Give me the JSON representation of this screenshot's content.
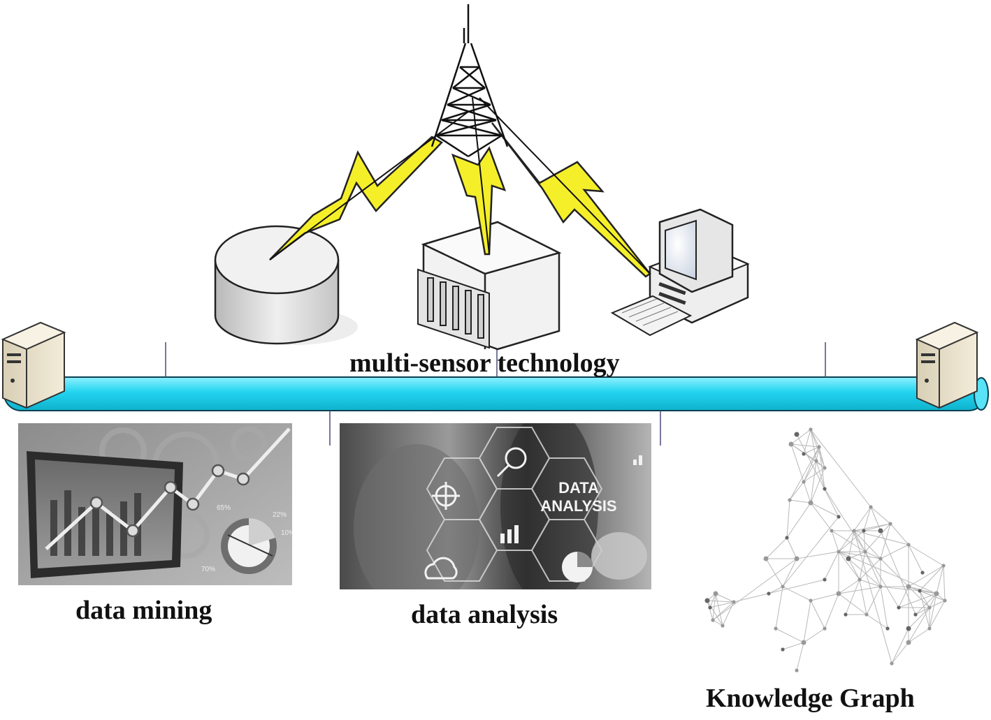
{
  "labels": {
    "center": "multi-sensor technology",
    "mining": "data mining",
    "analysis": "data analysis",
    "knowledge_graph": "Knowledge Graph"
  },
  "analysis_overlay": {
    "line1": "DATA",
    "line2": "ANALYSIS"
  },
  "mining_overlay": {
    "pct_a": "65%",
    "pct_b": "22%",
    "pct_c": "10%",
    "pct_d": "70%"
  },
  "colors": {
    "bus": "#22d4ef",
    "lightning": "#f5ef2a",
    "server_body": "#e9e0c8"
  }
}
